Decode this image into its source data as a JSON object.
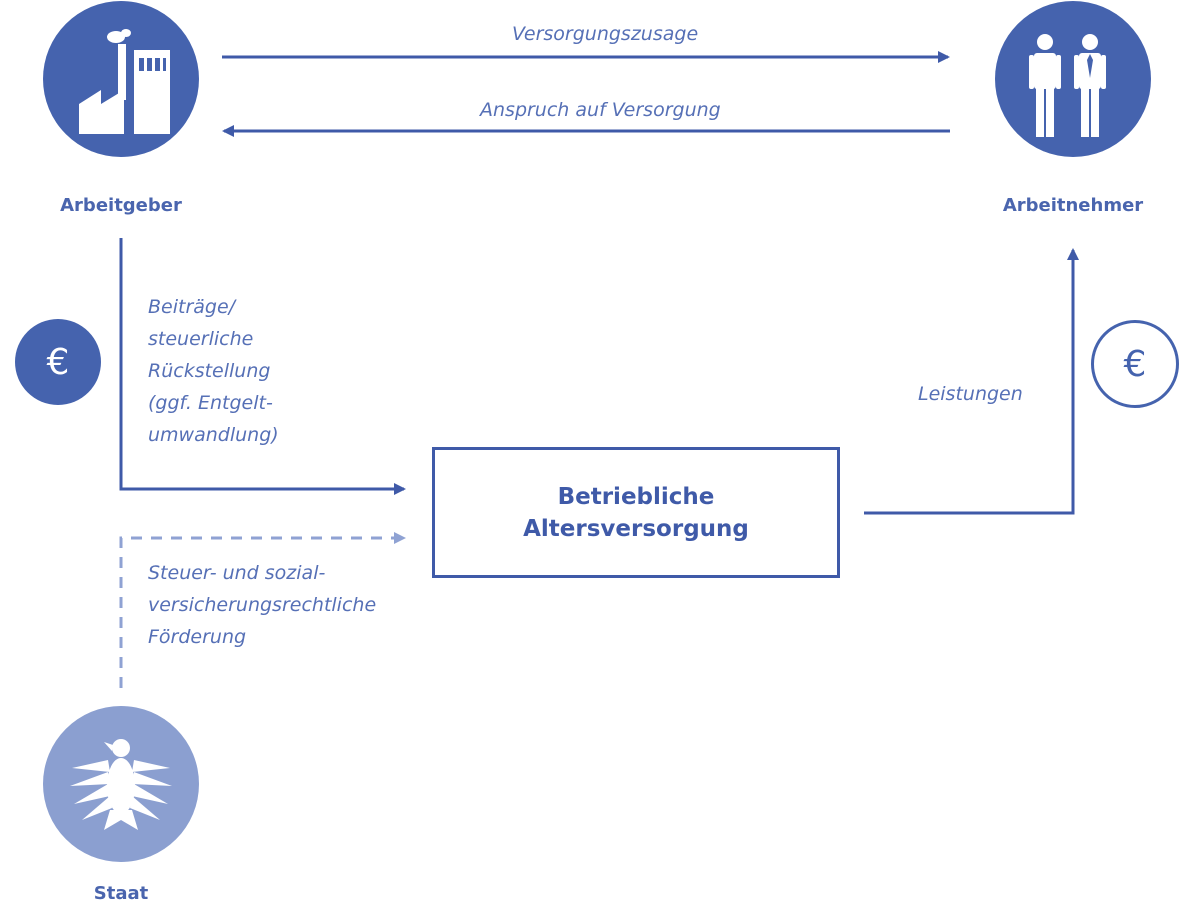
{
  "nodes": {
    "employer": {
      "label": "Arbeitgeber",
      "icon": "factory-icon"
    },
    "employee": {
      "label": "Arbeitnehmer",
      "icon": "people-icon"
    },
    "state": {
      "label": "Staat",
      "icon": "federal-eagle-icon"
    },
    "center": {
      "line1": "Betriebliche",
      "line2": "Altersversorgung"
    }
  },
  "flows": {
    "promise": "Versorgungszusage",
    "claim": "Anspruch auf Versorgung",
    "contributions": [
      "Beiträge/",
      "steuerliche",
      "Rückstellung",
      "(ggf. Entgelt-",
      "umwandlung)"
    ],
    "subsidy": [
      "Steuer- und sozial-",
      "versicherungsrechtliche",
      "Förderung"
    ],
    "benefits": "Leistungen"
  },
  "euro_symbol": "€",
  "colors": {
    "primary": "#3f5aa8",
    "text": "#4a65ae",
    "light": "#8b9fd0",
    "dashed": "#8fa2d3"
  }
}
